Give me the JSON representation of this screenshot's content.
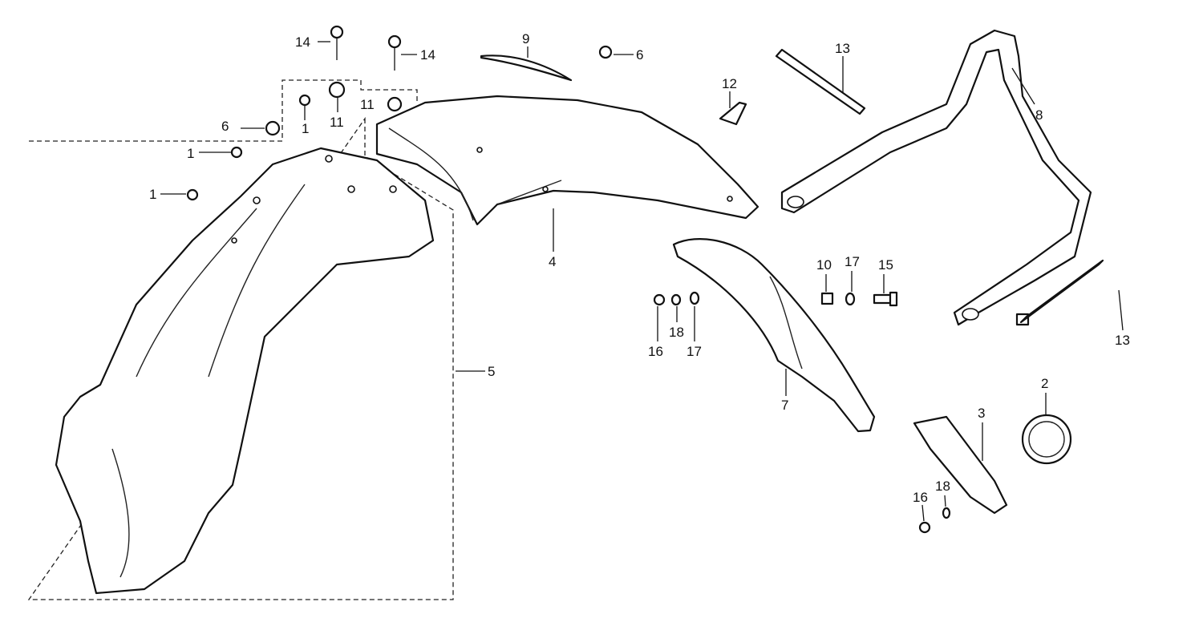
{
  "diagram": {
    "type": "exploded-parts-diagram",
    "callouts": [
      "14",
      "14",
      "9",
      "6",
      "13",
      "8",
      "12",
      "11",
      "1",
      "11",
      "6",
      "1",
      "1",
      "4",
      "5",
      "10",
      "17",
      "15",
      "16",
      "18",
      "17",
      "7",
      "13",
      "2",
      "3",
      "16",
      "18"
    ]
  }
}
